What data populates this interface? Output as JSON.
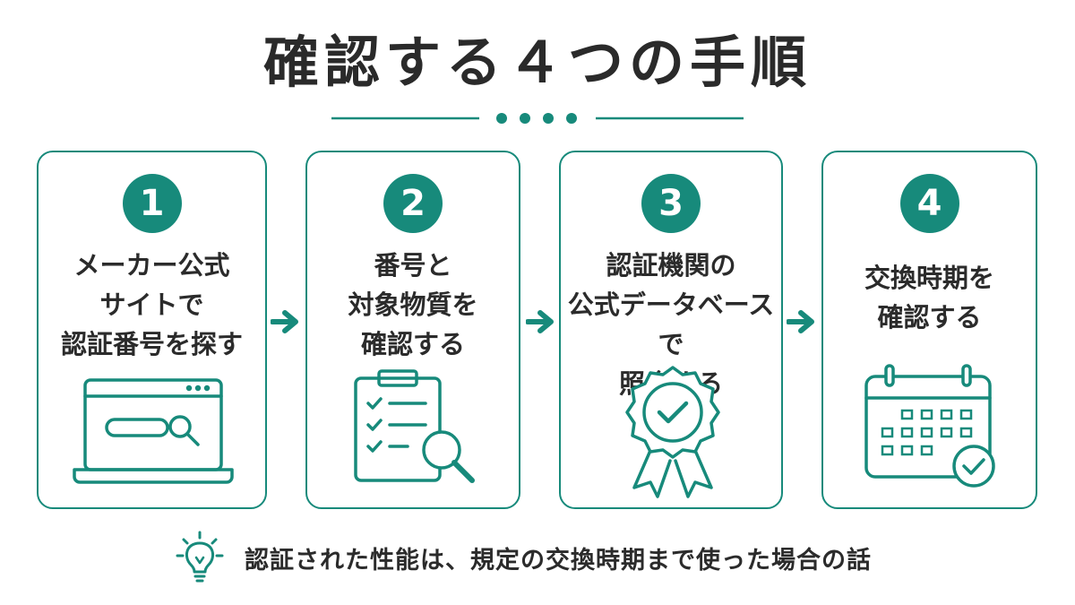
{
  "title": "確認する４つの手順",
  "steps": [
    {
      "number": "1",
      "text": "メーカー公式\nサイトで\n認証番号を探す",
      "icon": "laptop-search-icon"
    },
    {
      "number": "2",
      "text": "番号と\n対象物質を\n確認する",
      "icon": "clipboard-magnifier-icon"
    },
    {
      "number": "3",
      "text": "認証機関の\n公式データベースで\n照合する",
      "icon": "certificate-badge-icon"
    },
    {
      "number": "4",
      "text": "交換時期を\n確認する",
      "icon": "calendar-check-icon"
    }
  ],
  "note": {
    "icon": "lightbulb-icon",
    "text": "認証された性能は、規定の交換時期まで使った場合の話"
  },
  "colors": {
    "accent": "#178a7b",
    "text": "#2b2b2b"
  }
}
